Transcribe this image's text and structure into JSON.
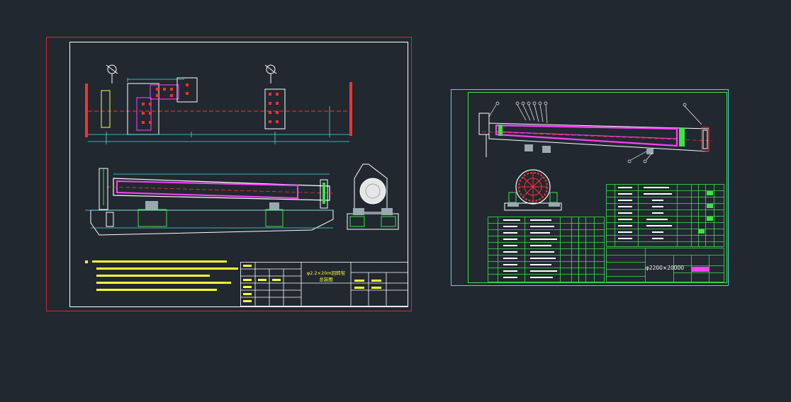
{
  "colors": {
    "background": "#212830",
    "frame_red": "#e0262a",
    "white": "#ffffff",
    "cyan": "#4fd9e6",
    "magenta": "#ff40ff",
    "green": "#3ee24a",
    "yellow": "#ffff33",
    "red": "#ff3030"
  },
  "sheets": {
    "left": {
      "title_block": {
        "title_line_1": "φ2.2×20m回转窑",
        "title_line_2": "总装图"
      }
    },
    "right": {
      "title_block": {
        "spec": "φ2200×20000"
      }
    }
  }
}
